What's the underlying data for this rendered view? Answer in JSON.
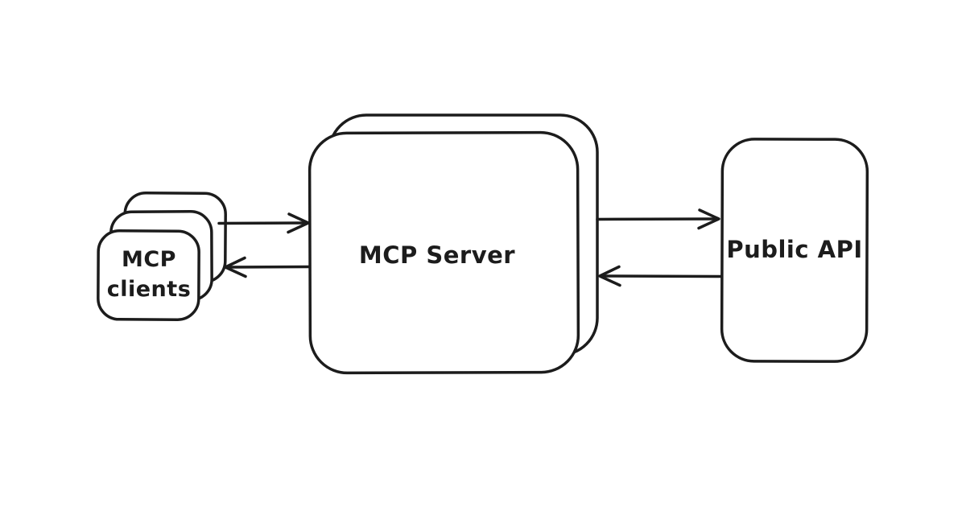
{
  "diagram": {
    "background_color": "#ffffff",
    "stroke_color": "#1c1c1c",
    "text_color": "#1c1c1c",
    "nodes": {
      "clients": {
        "label_line1": "MCP",
        "label_line2": "clients",
        "style": "stacked-cards"
      },
      "server": {
        "label": "MCP Server",
        "style": "stacked-cards"
      },
      "api": {
        "label": "Public API",
        "style": "single-card"
      }
    },
    "edges": [
      {
        "from": "MCP clients",
        "to": "MCP Server",
        "arrow": "right"
      },
      {
        "from": "MCP Server",
        "to": "MCP clients",
        "arrow": "left"
      },
      {
        "from": "MCP Server",
        "to": "Public API",
        "arrow": "right"
      },
      {
        "from": "Public API",
        "to": "MCP Server",
        "arrow": "left"
      }
    ]
  }
}
